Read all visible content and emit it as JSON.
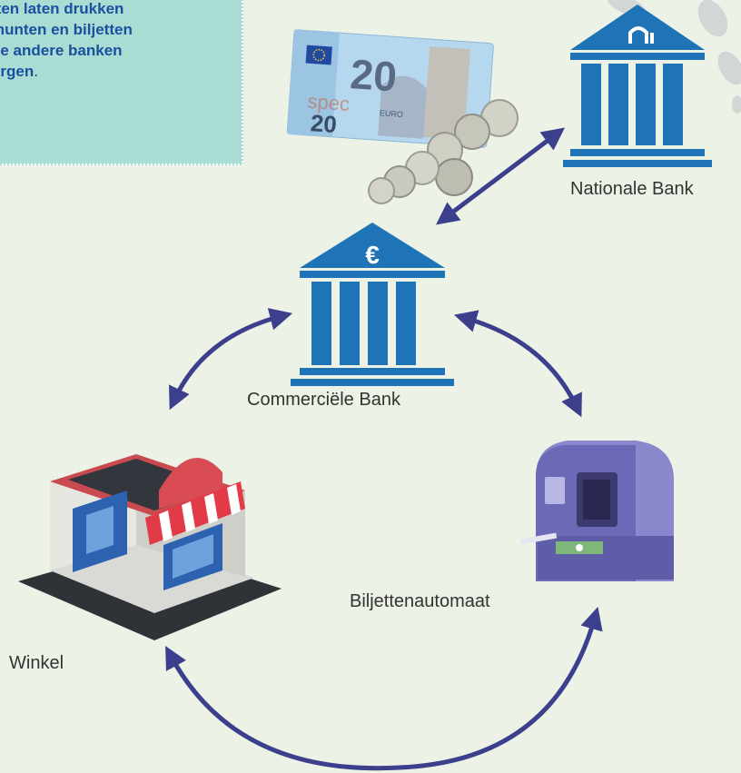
{
  "note": {
    "lines": [
      "tten laten drukken",
      "munten en biljetten",
      "de andere banken",
      "orgen"
    ],
    "period": "."
  },
  "labels": {
    "national_bank": "Nationale Bank",
    "commercial_bank": "Commerciële Bank",
    "atm": "Biljettenautomaat",
    "shop": "Winkel"
  },
  "symbols": {
    "euro": "€",
    "banknote_value": "20",
    "banknote_value_small": "20",
    "banknote_word": "EURO",
    "banknote_watermark": "spec"
  },
  "colors": {
    "background": "#ecf3e6",
    "note": "#a9dcd2",
    "note_text": "#1b4fa0",
    "bank": "#1f73b7",
    "arrow": "#3b3f8c",
    "atm": "#6c6ab6"
  }
}
